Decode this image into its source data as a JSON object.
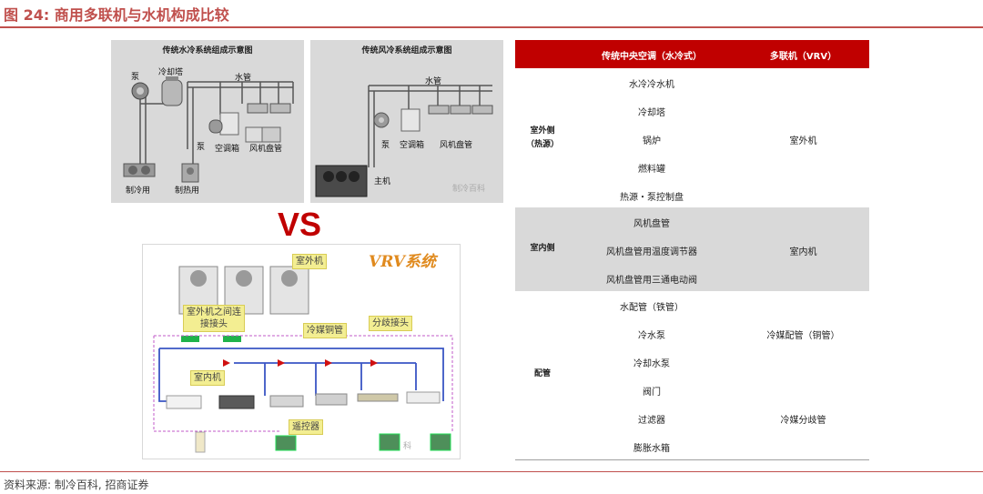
{
  "figure": {
    "title": "图 24:  商用多联机与水机构成比较",
    "source": "资料来源:  制冷百科,  招商证券"
  },
  "water_panel": {
    "title": "传统水冷系统组成示意图",
    "labels": {
      "pump": "泵",
      "cooling_tower": "冷却塔",
      "water_pipe": "水管",
      "pump2": "泵",
      "ahu": "空调箱",
      "fcu": "风机盘管",
      "chiller": "制冷用",
      "heater": "制热用"
    }
  },
  "air_panel": {
    "title": "传统风冷系统组成示意图",
    "labels": {
      "water_pipe": "水管",
      "pump": "泵",
      "ahu": "空调箱",
      "fcu": "风机盘管",
      "host": "主机"
    },
    "watermark": "制冷百科"
  },
  "vs_text": "VS",
  "vrv_panel": {
    "title": "VRV系统",
    "callouts": {
      "outdoor_unit": "室外机",
      "connector_line1": "室外机之间连",
      "connector_line2": "接接头",
      "refrigerant_pipe": "冷媒铜管",
      "branch_joint": "分歧接头",
      "indoor_unit": "室内机",
      "remote": "遥控器"
    },
    "watermark": "科"
  },
  "comparison_table": {
    "headers": [
      "传统中央空调（水冷式）",
      "多联机（VRV）"
    ],
    "groups": [
      {
        "category_lines": [
          "室外侧",
          "（热源）"
        ],
        "water_items": [
          "水冷冷水机",
          "冷却塔",
          "锅炉",
          "燃料罐",
          "热源・泵控制盘"
        ],
        "vrv_items": [
          "室外机"
        ]
      },
      {
        "category_lines": [
          "室内侧"
        ],
        "water_items": [
          "风机盘管",
          "风机盘管用温度调节器",
          "风机盘管用三通电动阀"
        ],
        "vrv_items": [
          "室内机"
        ]
      },
      {
        "category_lines": [
          "配管"
        ],
        "water_items": [
          "水配管（铁管）",
          "冷水泵",
          "冷却水泵",
          "阀门",
          "过滤器",
          "膨胀水箱"
        ],
        "vrv_items": [
          "冷媒配管（铜管）",
          "冷媒分歧管"
        ]
      }
    ]
  }
}
